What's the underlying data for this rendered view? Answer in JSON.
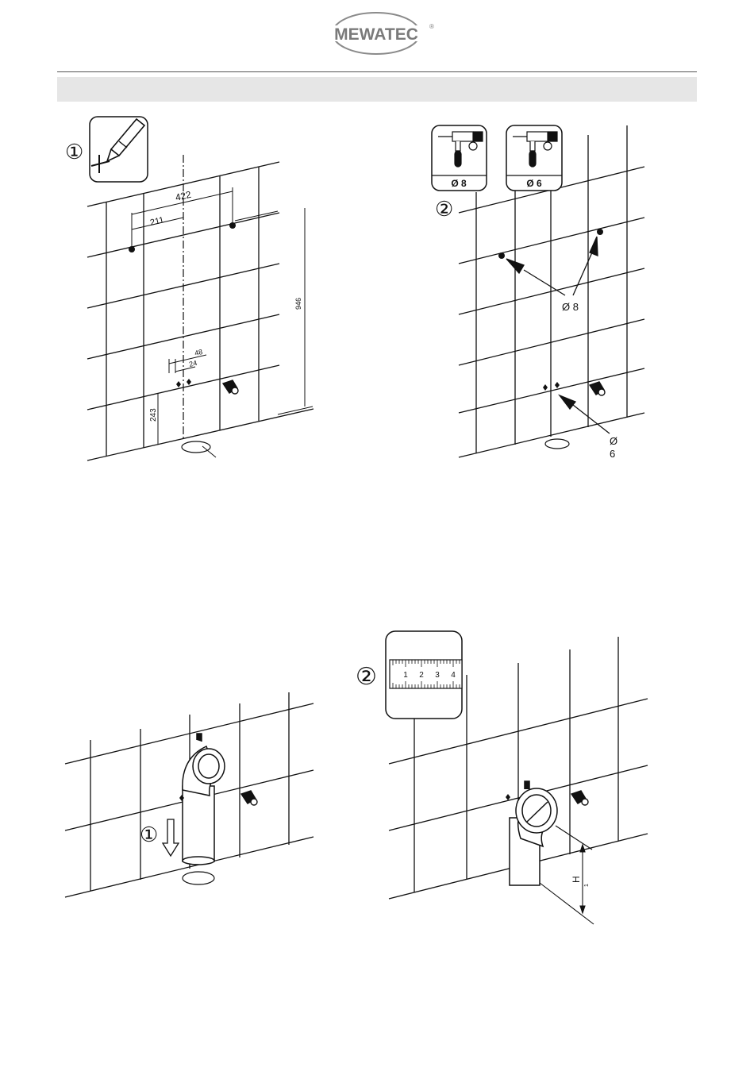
{
  "header": {
    "brand": "MEWATEC",
    "registered_mark": "®"
  },
  "figures": {
    "top_left": {
      "step_label": "①",
      "dim_422": "422",
      "dim_211": "211",
      "dim_946": "946",
      "dim_48": "48",
      "dim_24": "24",
      "dim_243": "243"
    },
    "top_right": {
      "step_label": "②",
      "drill_8_label": "Ø 8",
      "drill_6_label": "Ø 6",
      "callout_8": "Ø 8",
      "callout_6_symbol": "Ø",
      "callout_6_value": "6"
    },
    "bottom_left": {
      "step_label": "①"
    },
    "bottom_right": {
      "step_label": "②",
      "ruler_1": "1",
      "ruler_2": "2",
      "ruler_3": "3",
      "ruler_4": "4",
      "height_label": "H",
      "height_subscript": "1"
    }
  }
}
